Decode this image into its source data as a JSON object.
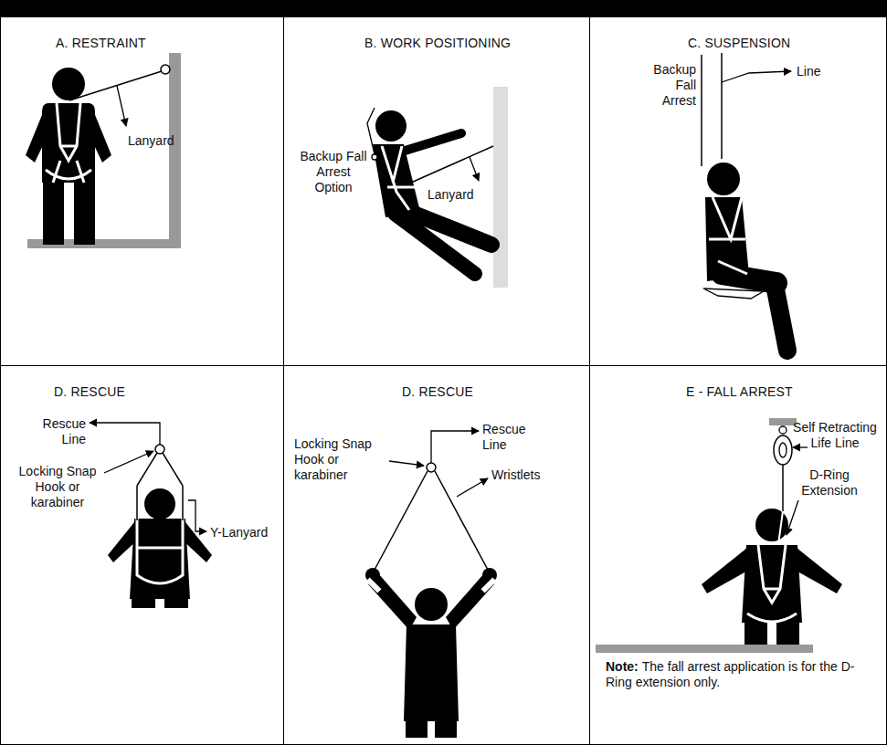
{
  "diagram": {
    "nodes": [
      {
        "text": [
          "A. RESTRAINT"
        ]
      },
      {
        "text": [
          "B. WORK POSITIONING"
        ]
      },
      {
        "text": [
          "C. SUSPENSION"
        ]
      },
      {
        "text": [
          "D. RESCUE"
        ]
      },
      {
        "text": [
          "D. RESCUE"
        ]
      },
      {
        "text": [
          "E - FALL ARREST"
        ]
      }
    ],
    "labels": [
      "Lanyard",
      "Backup Fall Arrest Option",
      "Lanyard",
      "Backup Fall Arrest",
      "Line",
      "Rescue Line",
      "Locking Snap Hook or karabiner",
      "Y-Lanyard",
      "Locking Snap Hook or karabiner",
      "Rescue Line",
      "Wristlets",
      "Self Retracting Life Line",
      "D-Ring Extension",
      "Note:",
      "The fall arrest application is for the D-Ring extension only."
    ]
  }
}
